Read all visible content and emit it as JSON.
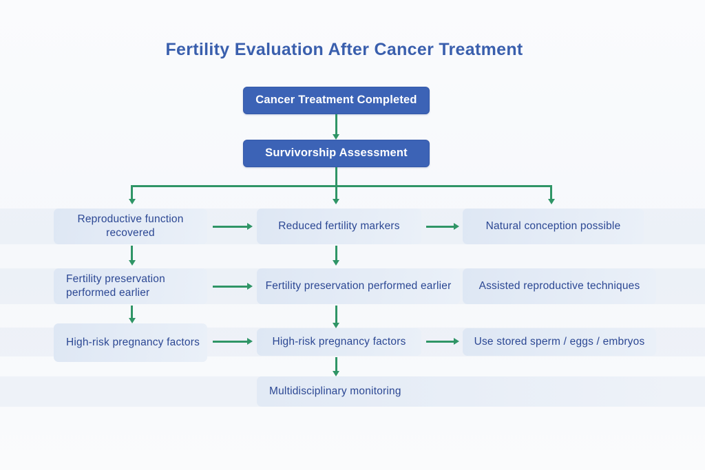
{
  "page": {
    "title": "Fertility Evaluation After Cancer Treatment"
  },
  "colors": {
    "title_blue": "#3a5fad",
    "node_blue": "#3c63b6",
    "node_blue_border": "#3458a8",
    "light_box_bg": "#dee7f4",
    "light_box_fade": "#eaf0f8",
    "navy_text": "#2b4793",
    "arrow_green": "#2f9566",
    "bg": "#f8fafc"
  },
  "flow": {
    "start": "Cancer Treatment Completed",
    "assessment": "Survivorship Assessment",
    "row1": {
      "left": "Reproductive function recovered",
      "middle": "Reduced fertility markers",
      "right": "Natural conception possible"
    },
    "row2": {
      "left": "Fertility preservation performed earlier",
      "middle": "Fertility preservation performed earlier",
      "right": "Assisted reproductive techniques"
    },
    "row3": {
      "left": "High-risk pregnancy factors",
      "middle": "High-risk pregnancy factors",
      "right": "Use stored sperm / eggs / embryos"
    },
    "row4": {
      "middle": "Multidisciplinary monitoring"
    }
  }
}
